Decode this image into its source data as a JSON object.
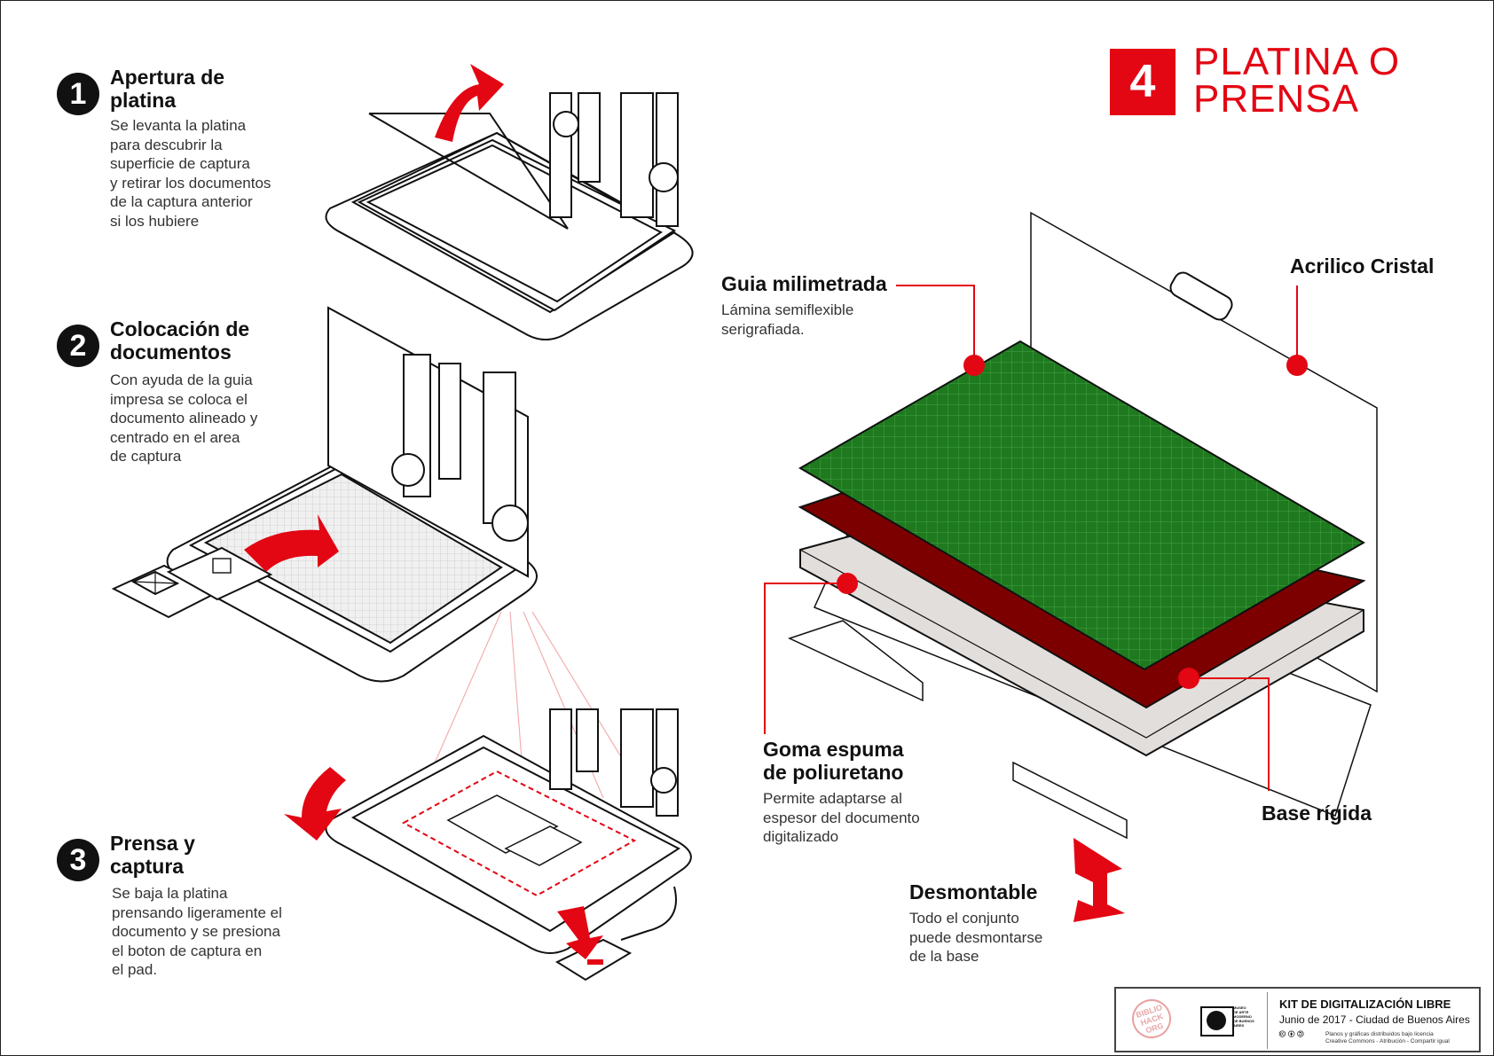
{
  "title": {
    "number": "4",
    "text": "PLATINA O\nPRENSA"
  },
  "steps": [
    {
      "num": "1",
      "heading": "Apertura de\nplatina",
      "body": "Se levanta la platina\npara descubrir la\nsuperficie de captura\ny retirar los documentos\nde la captura anterior\nsi los hubiere"
    },
    {
      "num": "2",
      "heading": "Colocación de\ndocumentos",
      "body": "Con ayuda de la guia\nimpresa se coloca el\ndocumento alineado y\ncentrado en el area\nde captura"
    },
    {
      "num": "3",
      "heading": "Prensa y\ncaptura",
      "body": "Se baja la platina\nprensando ligeramente el\ndocumento y se presiona\nel boton de captura en\nel pad."
    }
  ],
  "labels": {
    "guia": {
      "heading": "Guia milimetrada",
      "body": "Lámina semiflexible\nserigrafiada."
    },
    "acrilico": {
      "heading": "Acrilico Cristal"
    },
    "goma": {
      "heading": "Goma espuma\nde poliuretano",
      "body": "Permite adaptarse al\nespesor del documento\ndigitalizado"
    },
    "base": {
      "heading": "Base rígida"
    },
    "desmontable": {
      "heading": "Desmontable",
      "body": "Todo el conjunto\npuede desmontarse\nde la base"
    }
  },
  "footer": {
    "title": "KIT DE DIGITALIZACIÓN LIBRE",
    "date": "Junio de 2017 - Ciudad de Buenos Aires",
    "license": "Planos y gráficas distribuidos bajo licencia\nCreative Commons - Atribución - Compartir igual",
    "logo1": "BIBLIO\nHACK\nORG",
    "logo2": "MUSEO\nDE ARTE\nMODERNO\nDE BUENOS\nAIRES",
    "cc_icons": "🅭 🅯 🄎"
  },
  "colors": {
    "accent": "#e30613",
    "green_sheet": "#1f7a1f",
    "foam": "#7d0000",
    "base": "#e2dedc"
  },
  "icons": [
    "arrow-up-icon",
    "arrow-right-icon",
    "arrow-down-icon",
    "double-arrow-icon"
  ]
}
